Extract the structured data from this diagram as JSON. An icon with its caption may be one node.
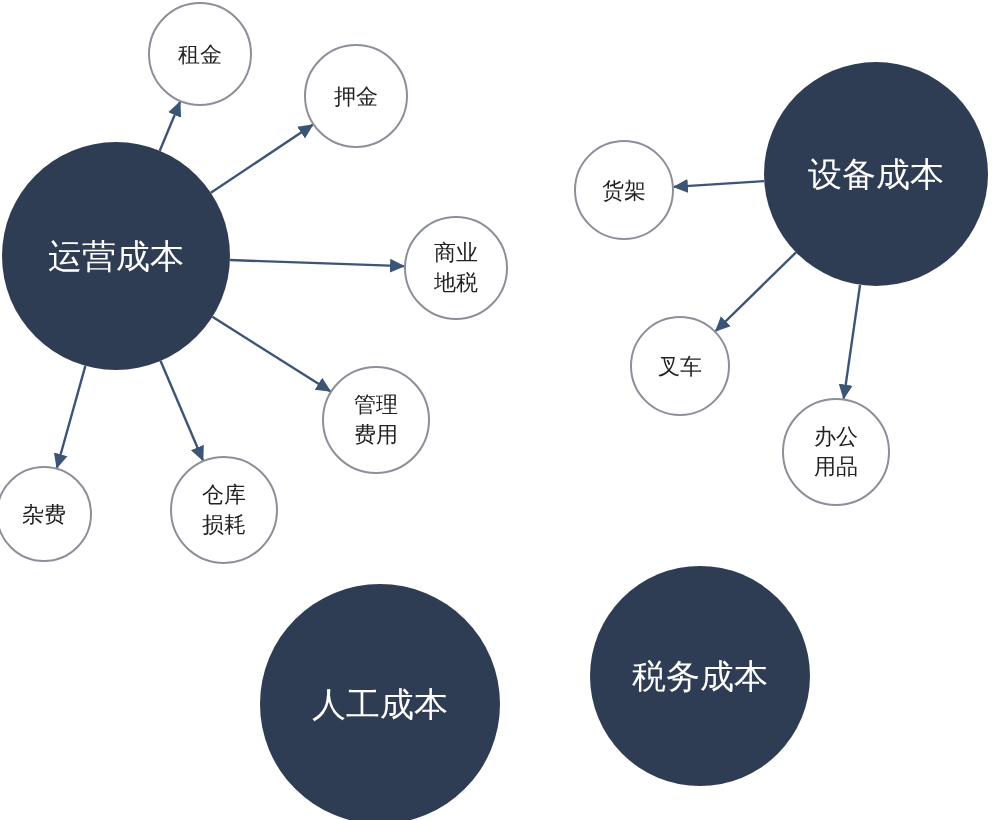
{
  "diagram": {
    "nodes": [
      {
        "text": [
          "运营成本"
        ]
      },
      {
        "text": [
          "租金"
        ]
      },
      {
        "text": [
          "押金"
        ]
      },
      {
        "text": [
          "商业地税"
        ]
      },
      {
        "text": [
          "管理费用"
        ]
      },
      {
        "text": [
          "仓库损耗"
        ]
      },
      {
        "text": [
          "杂费"
        ]
      },
      {
        "text": [
          "设备成本"
        ]
      },
      {
        "text": [
          "货架"
        ]
      },
      {
        "text": [
          "叉车"
        ]
      },
      {
        "text": [
          "办公用品"
        ]
      },
      {
        "text": [
          "人工成本"
        ]
      },
      {
        "text": [
          "税务成本"
        ]
      }
    ],
    "edges": [
      {
        "from": 0,
        "to": 1,
        "arrow": "to"
      },
      {
        "from": 0,
        "to": 2,
        "arrow": "to"
      },
      {
        "from": 0,
        "to": 3,
        "arrow": "to"
      },
      {
        "from": 0,
        "to": 4,
        "arrow": "to"
      },
      {
        "from": 0,
        "to": 5,
        "arrow": "to"
      },
      {
        "from": 0,
        "to": 6,
        "arrow": "to"
      },
      {
        "from": 7,
        "to": 8,
        "arrow": "to"
      },
      {
        "from": 7,
        "to": 9,
        "arrow": "to"
      },
      {
        "from": 7,
        "to": 10,
        "arrow": "to"
      }
    ]
  }
}
